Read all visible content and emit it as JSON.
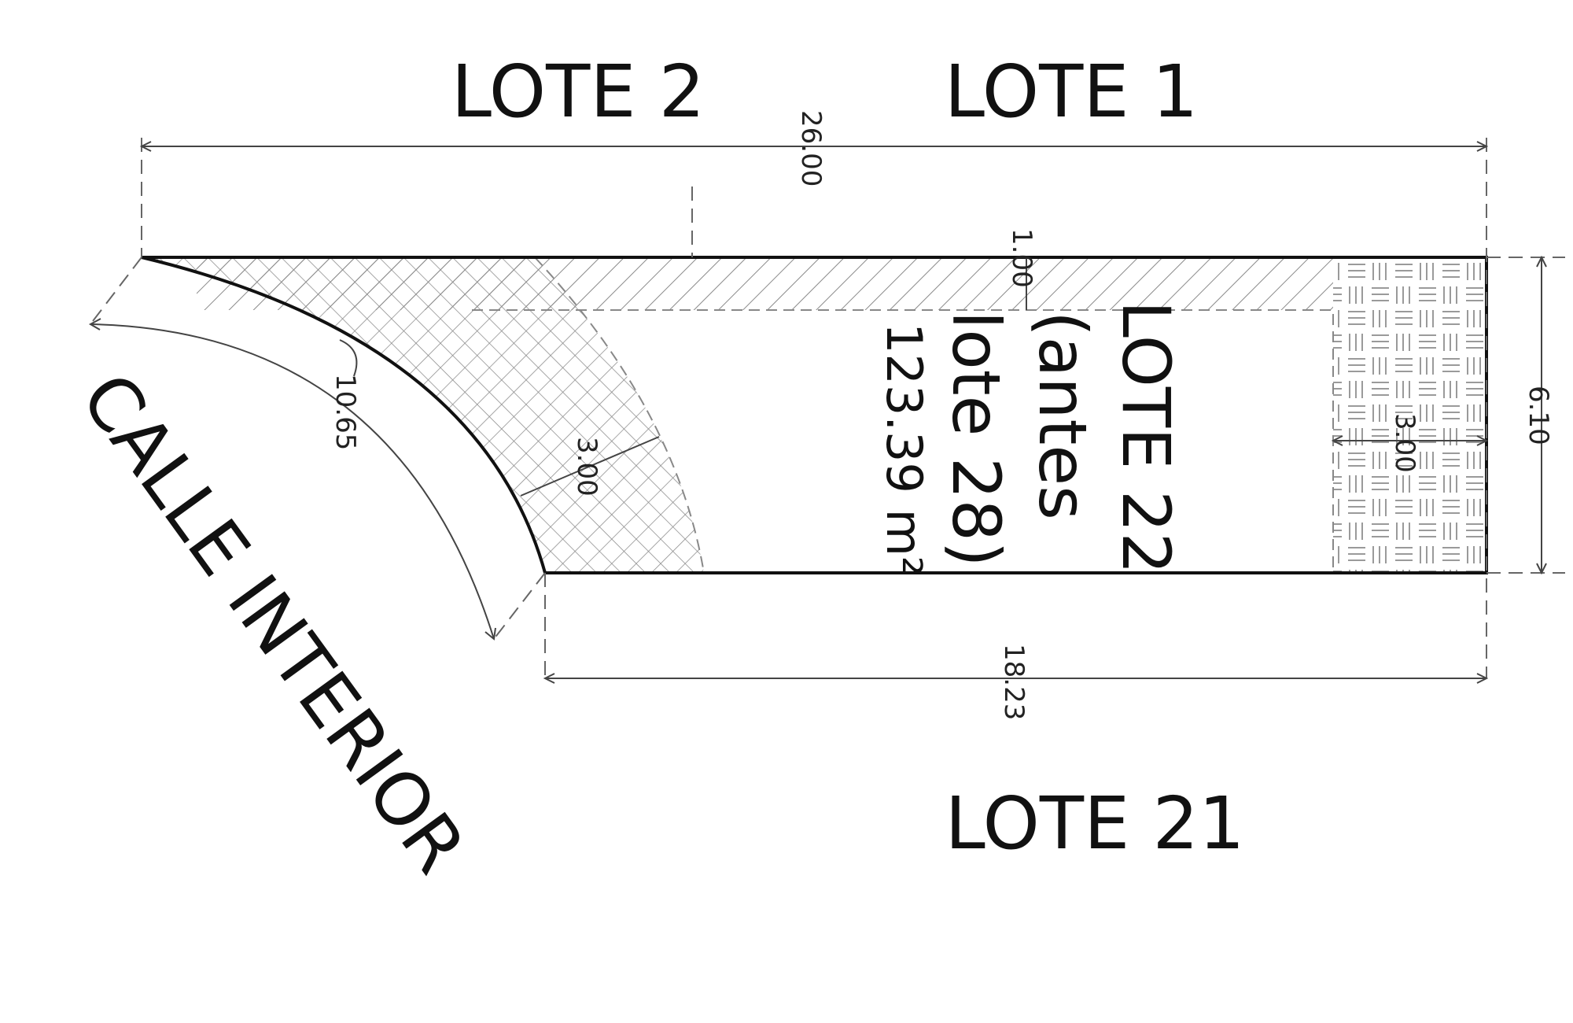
{
  "labels": {
    "lote_2": "LOTE 2",
    "lote_1": "LOTE 1",
    "lote_21": "LOTE 21",
    "calle": "CALLE INTERIOR",
    "lote_22_title": "LOTE 22",
    "lote_22_prev": "(antes",
    "lote_22_prev2": "lote 28)",
    "lote_22_area": "123.39 m²"
  },
  "dimensions": {
    "top_total": "26.00",
    "bottom_front": "18.23",
    "right_depth": "6.10",
    "setback_top": "1.00",
    "arc_length": "10.65",
    "curve_setback": "3.00",
    "rear_setback": "3.00"
  },
  "colors": {
    "line": "#111111",
    "hatch": "#8a8a8a",
    "dim": "#444444"
  }
}
